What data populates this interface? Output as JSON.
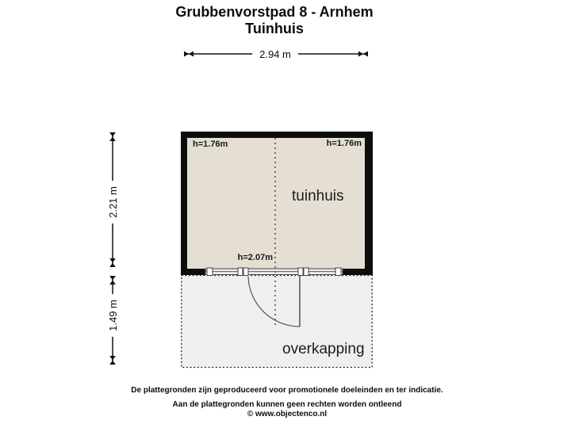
{
  "title": {
    "address": "Grubbenvorstpad 8 - Arnhem",
    "subtitle": "Tuinhuis"
  },
  "dimensions": {
    "top_width": "2.94 m",
    "left_upper_height": "2.21 m",
    "left_lower_height": "1.49 m"
  },
  "plan": {
    "room_label": "tuinhuis",
    "annex_label": "overkapping",
    "ceiling_height_left": "h=1.76m",
    "ceiling_height_right": "h=1.76m",
    "door_height": "h=2.07m",
    "colors": {
      "room_fill": "#e4dfd2",
      "annex_fill": "#efefef",
      "wall": "#0d0d0d",
      "dashed_border": "#222222",
      "dimension_line": "#111111"
    }
  },
  "footer": {
    "line1": "De plattegronden zijn geproduceerd voor promotionele doeleinden en ter indicatie.",
    "line2": "Aan de plattegronden kunnen geen rechten worden ontleend",
    "line3": "© www.objectenco.nl"
  }
}
